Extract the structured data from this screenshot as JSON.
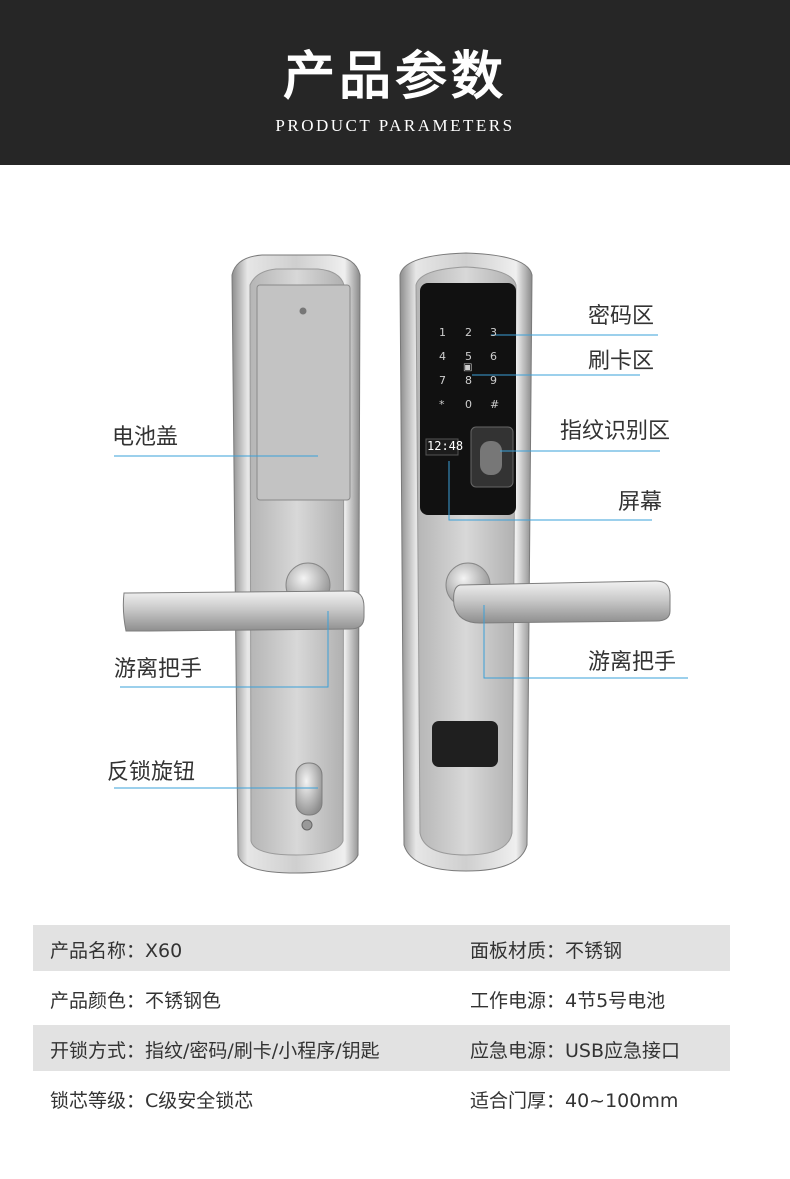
{
  "header": {
    "title": "产品参数",
    "subtitle": "PRODUCT PARAMETERS"
  },
  "screen_time": "12:48",
  "keypad": [
    "1",
    "2",
    "3",
    "4",
    "5",
    "6",
    "7",
    "8",
    "9",
    "*",
    "0",
    "#"
  ],
  "callouts": {
    "keypad": "密码区",
    "card": "刷卡区",
    "fingerprint": "指纹识别区",
    "screen": "屏幕",
    "battery_cover": "电池盖",
    "handle_left": "游离把手",
    "handle_right": "游离把手",
    "knob": "反锁旋钮"
  },
  "colors": {
    "header_bg": "#262626",
    "accent_line": "#3aa0d8",
    "row_shade": "#e2e2e2"
  },
  "specs": [
    {
      "left": "产品名称：X60",
      "right": "面板材质：不锈钢"
    },
    {
      "left": "产品颜色：不锈钢色",
      "right": "工作电源：4节5号电池"
    },
    {
      "left": "开锁方式：指纹/密码/刷卡/小程序/钥匙",
      "right": "应急电源：USB应急接口"
    },
    {
      "left": "锁芯等级：C级安全锁芯",
      "right": "适合门厚：40~100mm"
    }
  ]
}
